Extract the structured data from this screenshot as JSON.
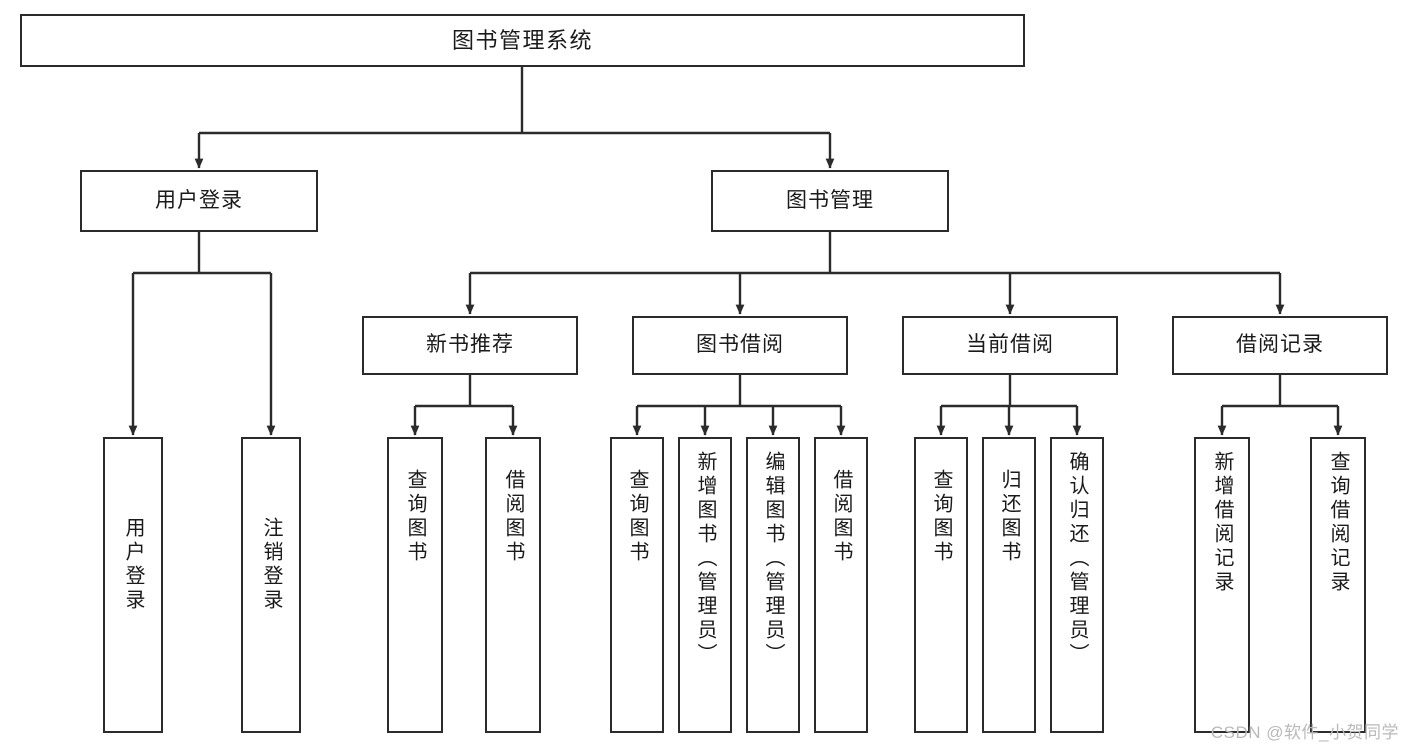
{
  "diagram": {
    "title": "图书管理系统",
    "type": "hierarchy-tree",
    "root": {
      "id": "root",
      "label": "图书管理系统"
    },
    "level2": [
      {
        "id": "user-login",
        "label": "用户登录"
      },
      {
        "id": "book-manage",
        "label": "图书管理"
      }
    ],
    "level3": [
      {
        "id": "new-book-rec",
        "label": "新书推荐",
        "parent": "book-manage"
      },
      {
        "id": "book-borrow",
        "label": "图书借阅",
        "parent": "book-manage"
      },
      {
        "id": "current-borrow",
        "label": "当前借阅",
        "parent": "book-manage"
      },
      {
        "id": "borrow-record",
        "label": "借阅记录",
        "parent": "book-manage"
      }
    ],
    "leaves": [
      {
        "id": "leaf-user-login",
        "label": "用户登录",
        "parent": "user-login"
      },
      {
        "id": "leaf-user-logout",
        "label": "注销登录",
        "parent": "user-login"
      },
      {
        "id": "leaf-query-book-1",
        "label": "查询图书",
        "parent": "new-book-rec"
      },
      {
        "id": "leaf-borrow-book-1",
        "label": "借阅图书",
        "parent": "new-book-rec"
      },
      {
        "id": "leaf-query-book-2",
        "label": "查询图书",
        "parent": "book-borrow"
      },
      {
        "id": "leaf-add-book",
        "label": "新增图书（管理员）",
        "parent": "book-borrow"
      },
      {
        "id": "leaf-edit-book",
        "label": "编辑图书（管理员）",
        "parent": "book-borrow"
      },
      {
        "id": "leaf-borrow-book-2",
        "label": "借阅图书",
        "parent": "book-borrow"
      },
      {
        "id": "leaf-query-book-3",
        "label": "查询图书",
        "parent": "current-borrow"
      },
      {
        "id": "leaf-return-book",
        "label": "归还图书",
        "parent": "current-borrow"
      },
      {
        "id": "leaf-confirm-return",
        "label": "确认归还（管理员）",
        "parent": "current-borrow"
      },
      {
        "id": "leaf-add-record",
        "label": "新增借阅记录",
        "parent": "borrow-record"
      },
      {
        "id": "leaf-query-record",
        "label": "查询借阅记录",
        "parent": "borrow-record"
      }
    ],
    "colors": {
      "stroke": "#2b2b2b",
      "fill": "#ffffff",
      "text": "#1a1a1a",
      "watermark": "#b9b9b9"
    }
  },
  "watermark": {
    "text": "CSDN @软件_小贺同学"
  }
}
